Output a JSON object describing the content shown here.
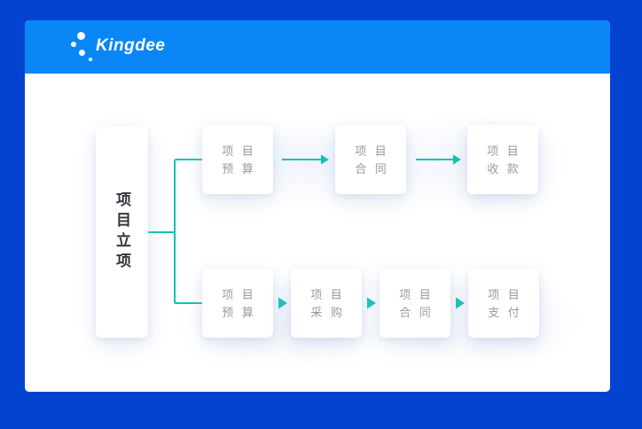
{
  "brand": {
    "name": "Kingdee"
  },
  "colors": {
    "outer_background": "#0343d0",
    "header_background": "#0b86f7",
    "canvas_background": "#ffffff",
    "connector_accent": "#12c0b4",
    "node_text": "#9a9a9a",
    "root_text": "#33343d"
  },
  "diagram": {
    "root": {
      "label": "项目立项"
    },
    "top_flow": [
      {
        "line1": "项 目",
        "line2": "预 算"
      },
      {
        "line1": "项 目",
        "line2": "合 同"
      },
      {
        "line1": "项 目",
        "line2": "收 款"
      }
    ],
    "bottom_flow": [
      {
        "line1": "项 目",
        "line2": "预 算"
      },
      {
        "line1": "项 目",
        "line2": "采 购"
      },
      {
        "line1": "项 目",
        "line2": "合 同"
      },
      {
        "line1": "项 目",
        "line2": "支 付"
      }
    ]
  }
}
